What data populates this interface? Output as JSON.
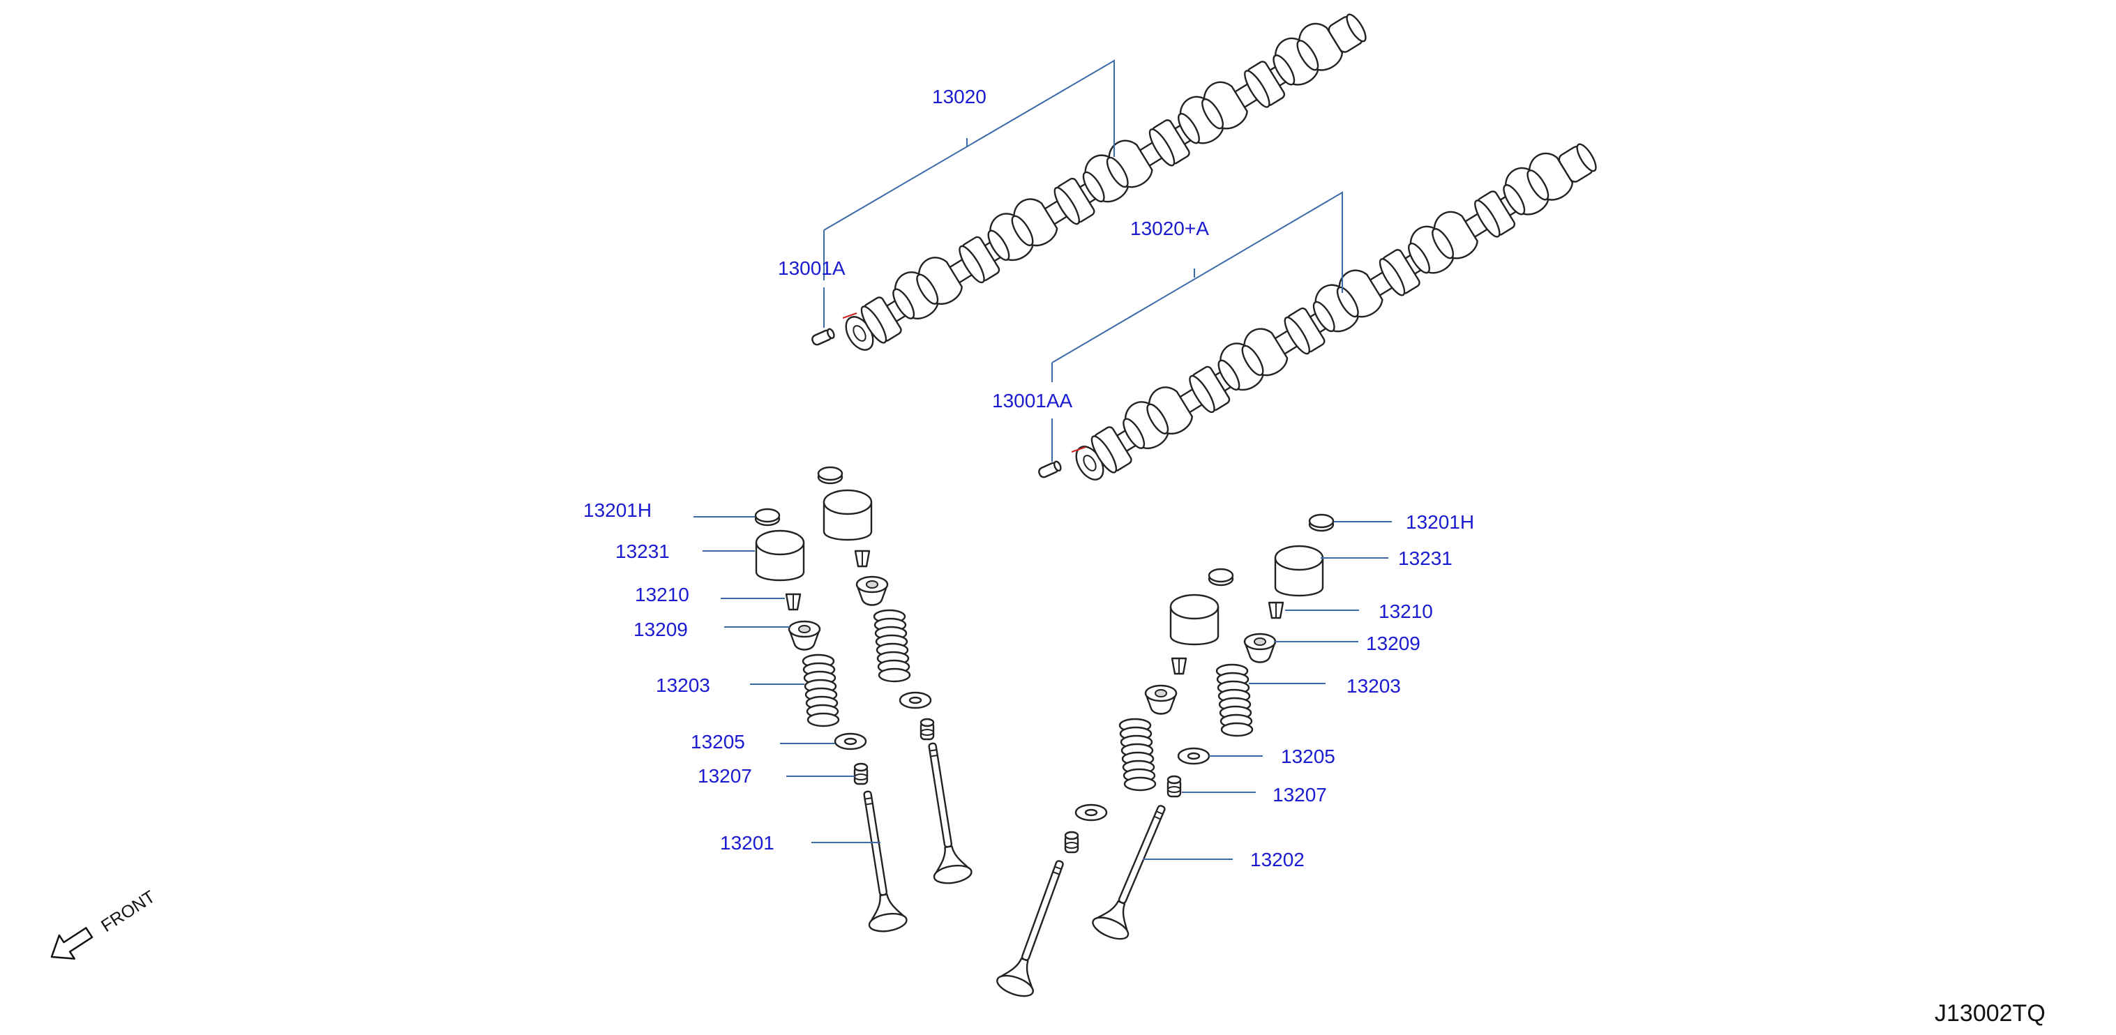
{
  "diagram": {
    "reference_code": "J13002TQ",
    "front_label": "FRONT",
    "colors": {
      "callout": "#1a1ad0",
      "leader": "#3a6aa8",
      "outline": "#222222"
    },
    "callouts": {
      "camshaft_upper": "13020",
      "dowel_upper": "13001A",
      "camshaft_lower": "13020+A",
      "dowel_lower": "13001AA",
      "left": {
        "shim": "13201H",
        "lifter": "13231",
        "collet": "13210",
        "retainer": "13209",
        "spring": "13203",
        "seat": "13205",
        "seal": "13207",
        "valve": "13201"
      },
      "right": {
        "shim": "13201H",
        "lifter": "13231",
        "collet": "13210",
        "retainer": "13209",
        "spring": "13203",
        "seat": "13205",
        "seal": "13207",
        "valve": "13202"
      }
    }
  }
}
